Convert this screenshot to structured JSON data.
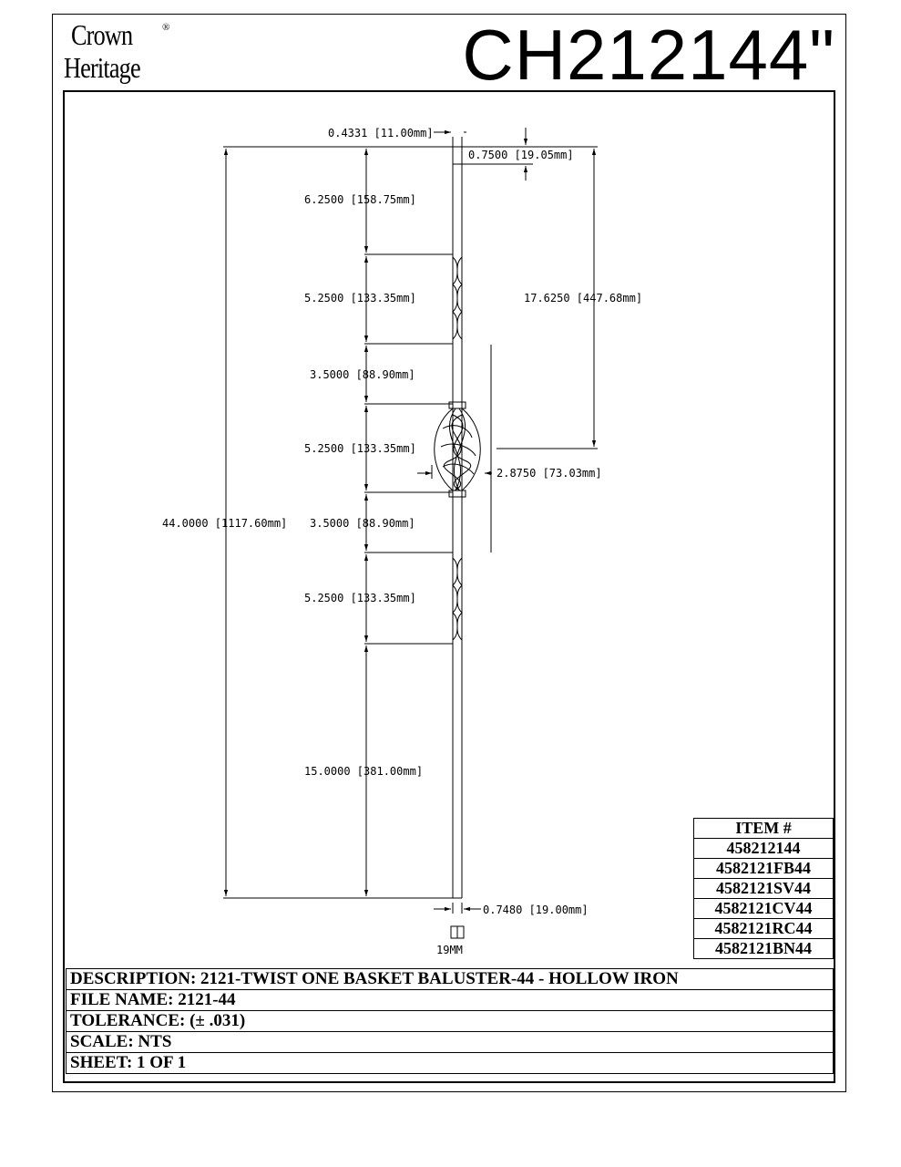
{
  "header": {
    "logo_line1": "Crown",
    "logo_line2": "Heritage",
    "logo_reg": "®",
    "part_number": "CH212144\""
  },
  "dimensions": {
    "top_width": "0.4331 [11.00mm]",
    "top_length": "0.7500 [19.05mm]",
    "seg1": "6.2500 [158.75mm]",
    "seg2": "5.2500 [133.35mm]",
    "seg3": "3.5000 [88.90mm]",
    "seg4": "5.2500 [133.35mm]",
    "seg5": "3.5000 [88.90mm]",
    "seg6": "5.2500 [133.35mm]",
    "seg7": "15.0000 [381.00mm]",
    "overall": "44.0000 [1117.60mm]",
    "to_basket": "17.6250 [447.68mm]",
    "basket_width": "2.8750 [73.03mm]",
    "bottom_width": "0.7480 [19.00mm]",
    "section_label": "19MM"
  },
  "items": {
    "header": "ITEM #",
    "list": [
      "458212144",
      "4582121FB44",
      "4582121SV44",
      "4582121CV44",
      "4582121RC44",
      "4582121BN44"
    ]
  },
  "title_block": {
    "description": "DESCRIPTION: 2121-TWIST ONE BASKET BALUSTER-44 - HOLLOW IRON",
    "file_name": "FILE NAME: 2121-44",
    "tolerance": "TOLERANCE:  (± .031)",
    "scale": "SCALE: NTS",
    "sheet": "SHEET: 1 OF 1"
  }
}
